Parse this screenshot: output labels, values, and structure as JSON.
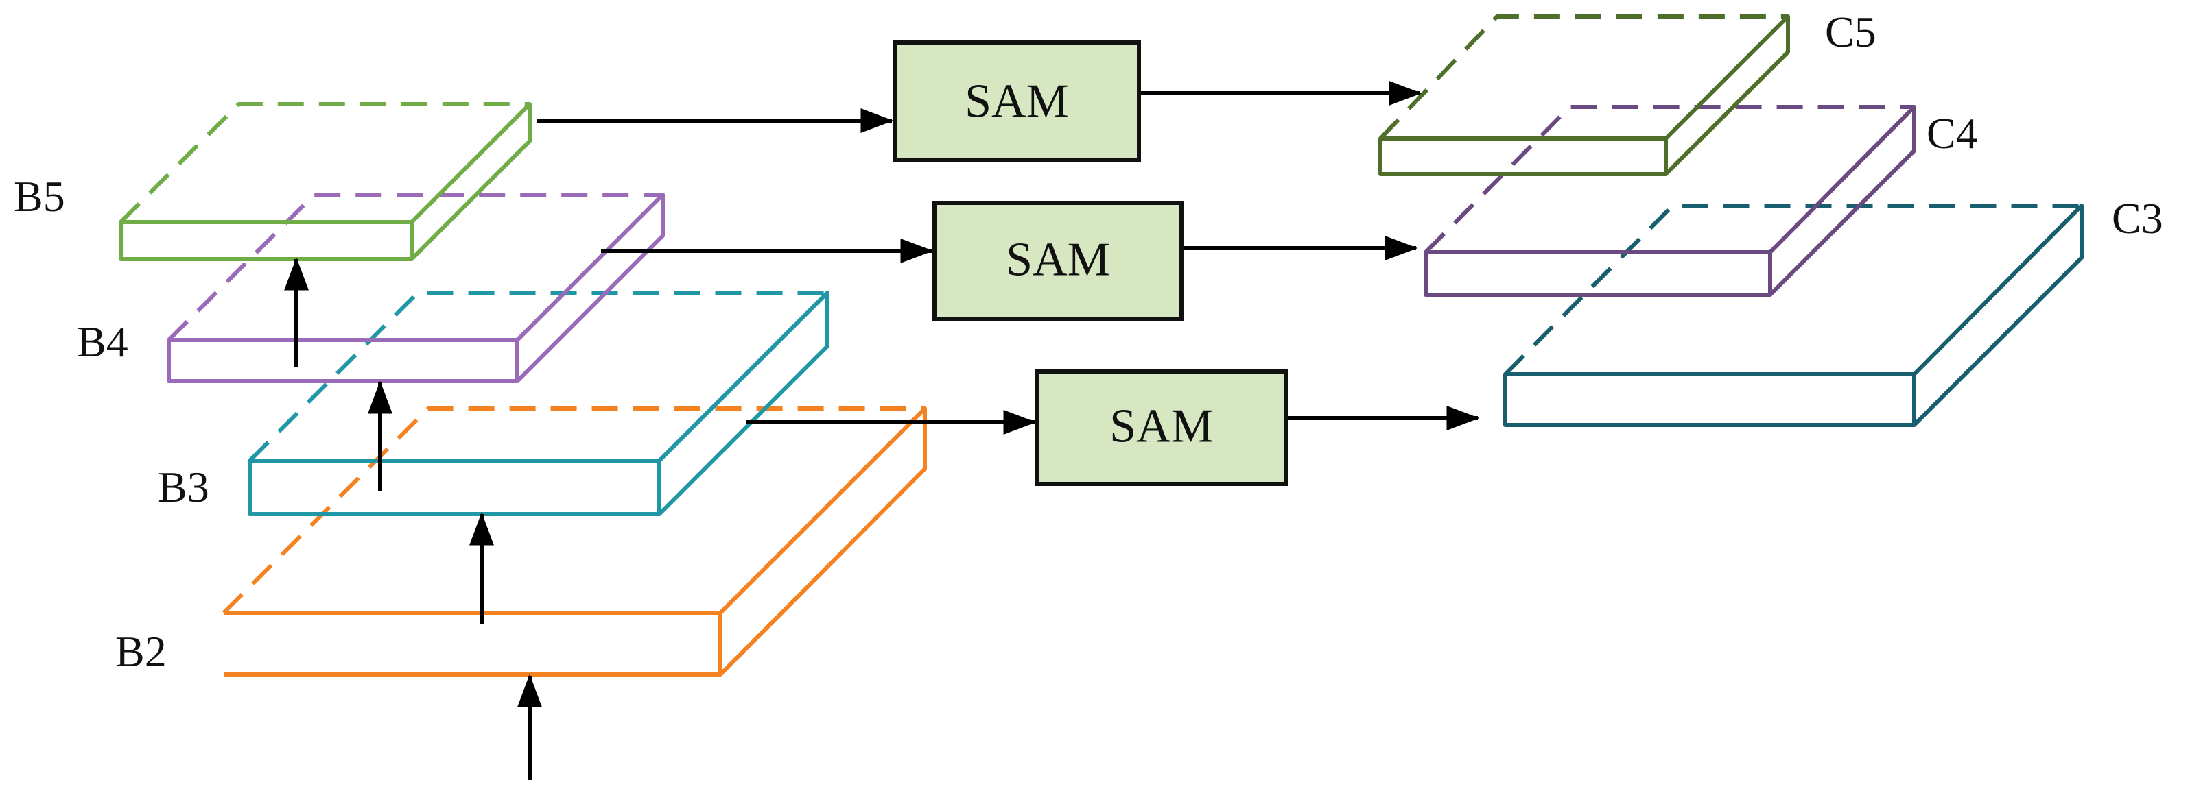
{
  "colors": {
    "b5": "#70AD47",
    "b4": "#9A6BB8",
    "b3": "#1F97A6",
    "b2": "#F58220",
    "c5": "#4E6F2A",
    "c4": "#6B4A82",
    "c3": "#175E6E",
    "sam_fill": "#D6E7C2",
    "sam_stroke": "#111111",
    "arrow": "#000000"
  },
  "backbone": {
    "b5": "B5",
    "b4": "B4",
    "b3": "B3",
    "b2": "B2"
  },
  "modules": {
    "sam_top": "SAM",
    "sam_mid": "SAM",
    "sam_bottom": "SAM"
  },
  "outputs": {
    "c5": "C5",
    "c4": "C4",
    "c3": "C3"
  }
}
